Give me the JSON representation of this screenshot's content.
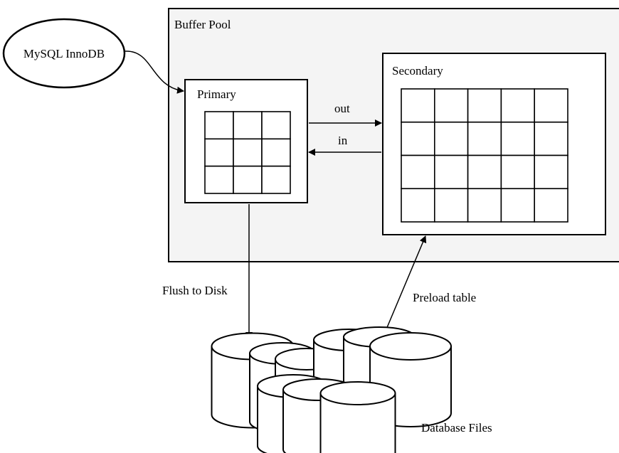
{
  "labels": {
    "buffer_pool": "Buffer Pool",
    "client": "MySQL InnoDB",
    "primary": "Primary",
    "secondary": "Secondary",
    "out": "out",
    "in": "in",
    "flush": "Flush to Disk",
    "preload": "Preload table",
    "database_files": "Database Files"
  },
  "grids": {
    "primary": {
      "rows": 3,
      "cols": 3
    },
    "secondary": {
      "rows": 4,
      "cols": 5
    }
  },
  "colors": {
    "ink": "#000000",
    "pool_bg": "#f4f4f4",
    "panel_bg": "#ffffff"
  }
}
